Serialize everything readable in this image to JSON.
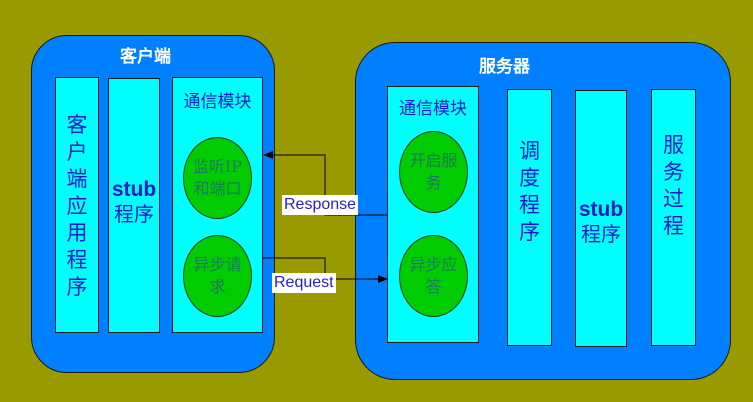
{
  "client": {
    "title": "客户端",
    "app_column": "客户端应用程序",
    "stub_column": {
      "en": "stub",
      "zh": "程序"
    },
    "comm_module": {
      "title": "通信模块",
      "listen": "监听IP和端口",
      "async_request": "异步请求"
    }
  },
  "server": {
    "title": "服务器",
    "comm_module": {
      "title": "通信模块",
      "start_service": "开启服务",
      "async_reply": "异步应答"
    },
    "dispatcher_column": "调度程序",
    "stub_column": {
      "en": "stub",
      "zh": "程序"
    },
    "service_column": "服务过程"
  },
  "arrows": {
    "response_label": "Response",
    "request_label": "Request"
  },
  "colors": {
    "background": "#999900",
    "container": "#0080ff",
    "column": "#00ffff",
    "ellipse": "#00cc00",
    "text": "#1a1acc"
  }
}
